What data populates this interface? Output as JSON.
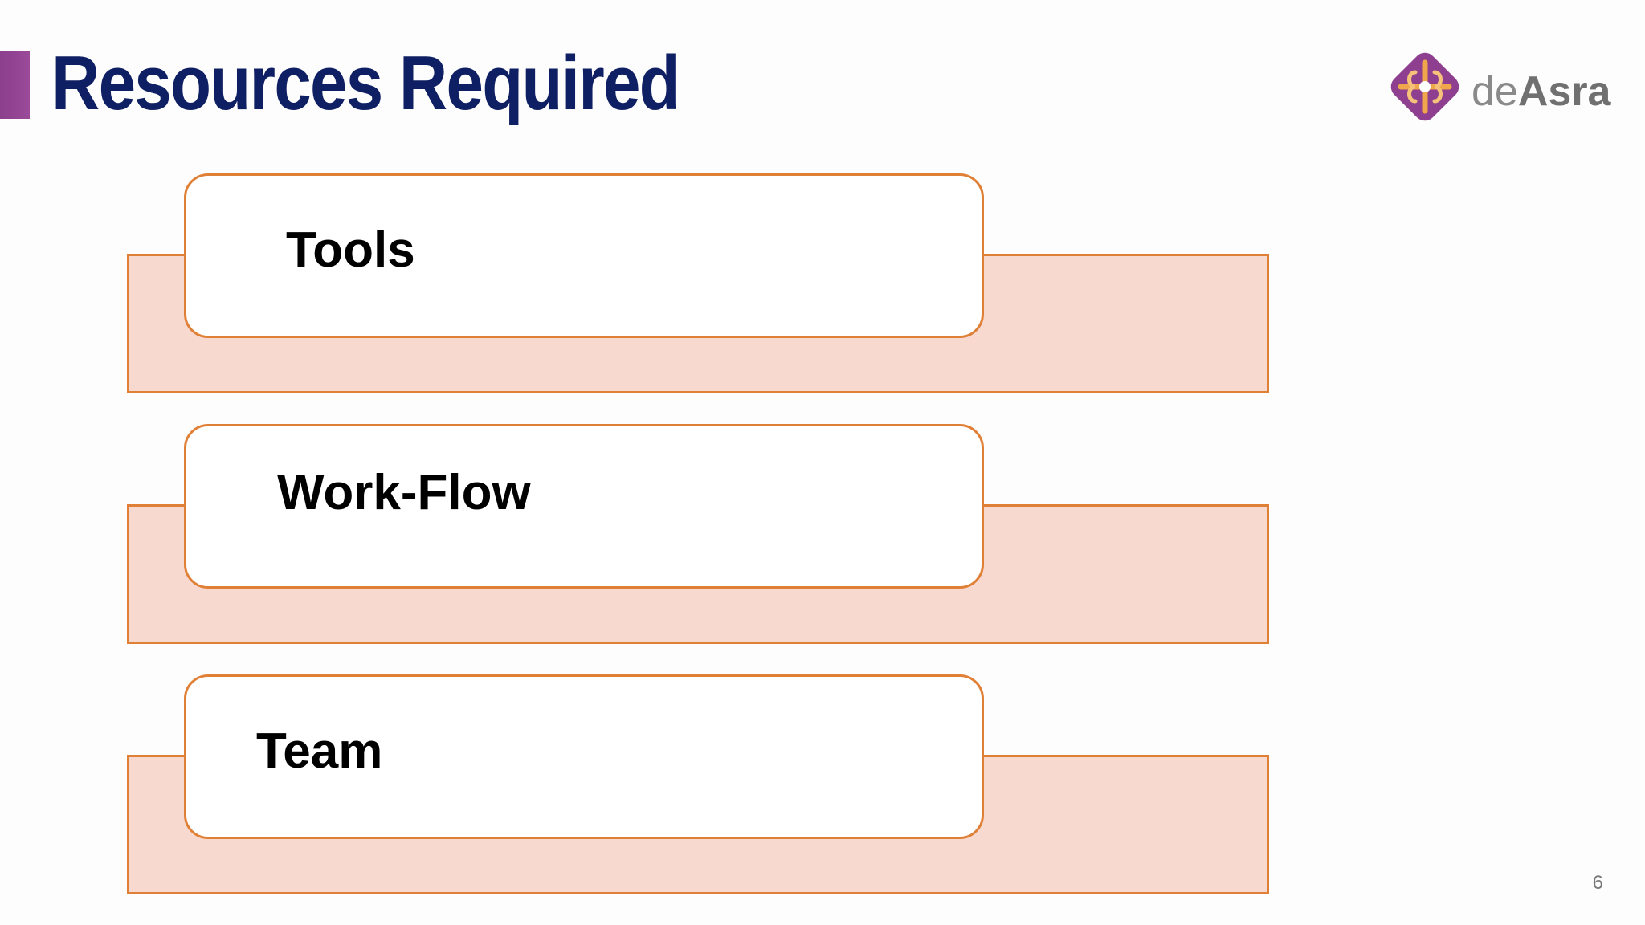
{
  "slide": {
    "title": "Resources Required",
    "page_number": "6"
  },
  "logo": {
    "prefix": "de",
    "name": "Asra",
    "icon": "cross-diamond-logo-icon",
    "colors": {
      "diamond": "#8e3f8f",
      "cross": "#f0a64a"
    }
  },
  "items": [
    {
      "label": "Tools"
    },
    {
      "label": "Work-Flow"
    },
    {
      "label": "Team"
    }
  ],
  "colors": {
    "title": "#0f1f63",
    "accent": "#8b3f8d",
    "card_border": "#e07f36",
    "card_back_fill": "#f7d9d0"
  }
}
